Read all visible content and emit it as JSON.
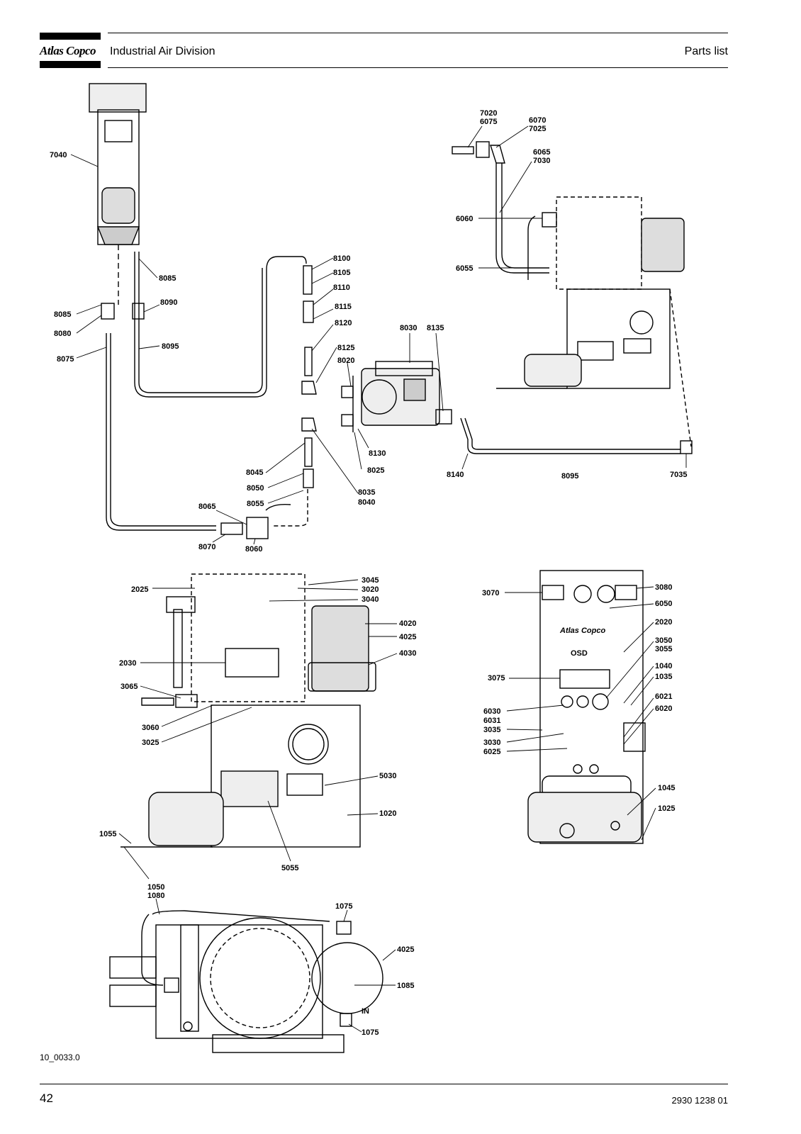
{
  "header": {
    "brand": "Atlas Copco",
    "division": "Industrial Air Division",
    "section": "Parts list"
  },
  "footer": {
    "page_number": "42",
    "document_number": "2930 1238 01"
  },
  "figure_code": "10_0033.0",
  "part_labels": {
    "top": [
      "7040",
      "8085",
      "8085",
      "8090",
      "8080",
      "8095",
      "8075",
      "8100",
      "8105",
      "8110",
      "8115",
      "8120",
      "8125",
      "8020",
      "8030",
      "8135",
      "8130",
      "8025",
      "8045",
      "8050",
      "8055",
      "8035",
      "8040",
      "8065",
      "8070",
      "8060",
      "8140",
      "8095",
      "7035",
      "7020",
      "6075",
      "6070",
      "7025",
      "6065",
      "7030",
      "6060",
      "6055"
    ],
    "middle_left": [
      "3045",
      "3020",
      "3040",
      "2025",
      "4020",
      "4025",
      "4030",
      "2030",
      "3065",
      "3060",
      "3025",
      "5030",
      "1020",
      "1055",
      "5055"
    ],
    "middle_right": [
      "3070",
      "3080",
      "6050",
      "2020",
      "3050",
      "3055",
      "1040",
      "1035",
      "3075",
      "6021",
      "6020",
      "6030",
      "6031",
      "3035",
      "3030",
      "6025",
      "1045",
      "1025"
    ],
    "bottom": [
      "1050",
      "1080",
      "1075",
      "4025",
      "1085",
      "1075"
    ]
  },
  "panel_text": {
    "osd": "OSD",
    "in": "IN",
    "brand_small": "Atlas Copco"
  }
}
